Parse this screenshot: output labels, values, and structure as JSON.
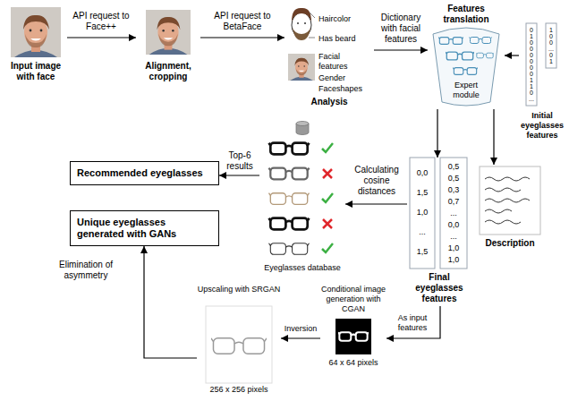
{
  "diagram": {
    "nodes": [
      {
        "text": [
          "Input image with face"
        ]
      },
      {
        "text": [
          "Alignment, cropping"
        ]
      },
      {
        "text": [
          "Haircolor",
          "Has beard",
          "Facial features",
          "Gender",
          "Faceshapes",
          "Analysis"
        ]
      },
      {
        "text": [
          "Features translation",
          "Expert module"
        ]
      },
      {
        "text": [
          "0 1 0 0 0 0 0 0 1 1 0 ...",
          "1 0 0 ... 0 1",
          "Initial eyeglasses features"
        ]
      },
      {
        "text": [
          "0,0 1,5 1,0 ... 1,5",
          "0,5 0,5 0,3 0,7 ... 0,0 ... 1,0 1,0",
          "Final eyeglasses features"
        ]
      },
      {
        "text": [
          "Description"
        ]
      },
      {
        "text": [
          "Eyeglasses database"
        ]
      },
      {
        "text": [
          "Recommended eyeglasses"
        ]
      },
      {
        "text": [
          "Unique eyeglasses generated with GANs"
        ]
      },
      {
        "text": [
          "Conditional image generation with CGAN",
          "64 x 64 pixels"
        ]
      },
      {
        "text": [
          "Upscaling with SRGAN",
          "256 x 256 pixels"
        ]
      }
    ],
    "edges": [
      {
        "from": 0,
        "to": 1,
        "arrow": "to",
        "label": "API request to Face++"
      },
      {
        "from": 1,
        "to": 2,
        "arrow": "to",
        "label": "API request to BetaFace"
      },
      {
        "from": 2,
        "to": 3,
        "arrow": "to",
        "label": "Dictionary with facial features"
      },
      {
        "from": 4,
        "to": 3,
        "arrow": "to"
      },
      {
        "from": 3,
        "to": 5,
        "arrow": "to"
      },
      {
        "from": 3,
        "to": 6,
        "arrow": "to"
      },
      {
        "from": 5,
        "to": 7,
        "arrow": "to",
        "label": "Calculating cosine distances"
      },
      {
        "from": 7,
        "to": 8,
        "arrow": "to",
        "label": "Top-6 results"
      },
      {
        "from": 5,
        "to": 10,
        "arrow": "to",
        "label": "As input features"
      },
      {
        "from": 10,
        "to": 11,
        "arrow": "to",
        "label": "Inversion"
      },
      {
        "from": 11,
        "to": 9,
        "arrow": "to",
        "label": "Elimination of asymmetry"
      }
    ]
  }
}
